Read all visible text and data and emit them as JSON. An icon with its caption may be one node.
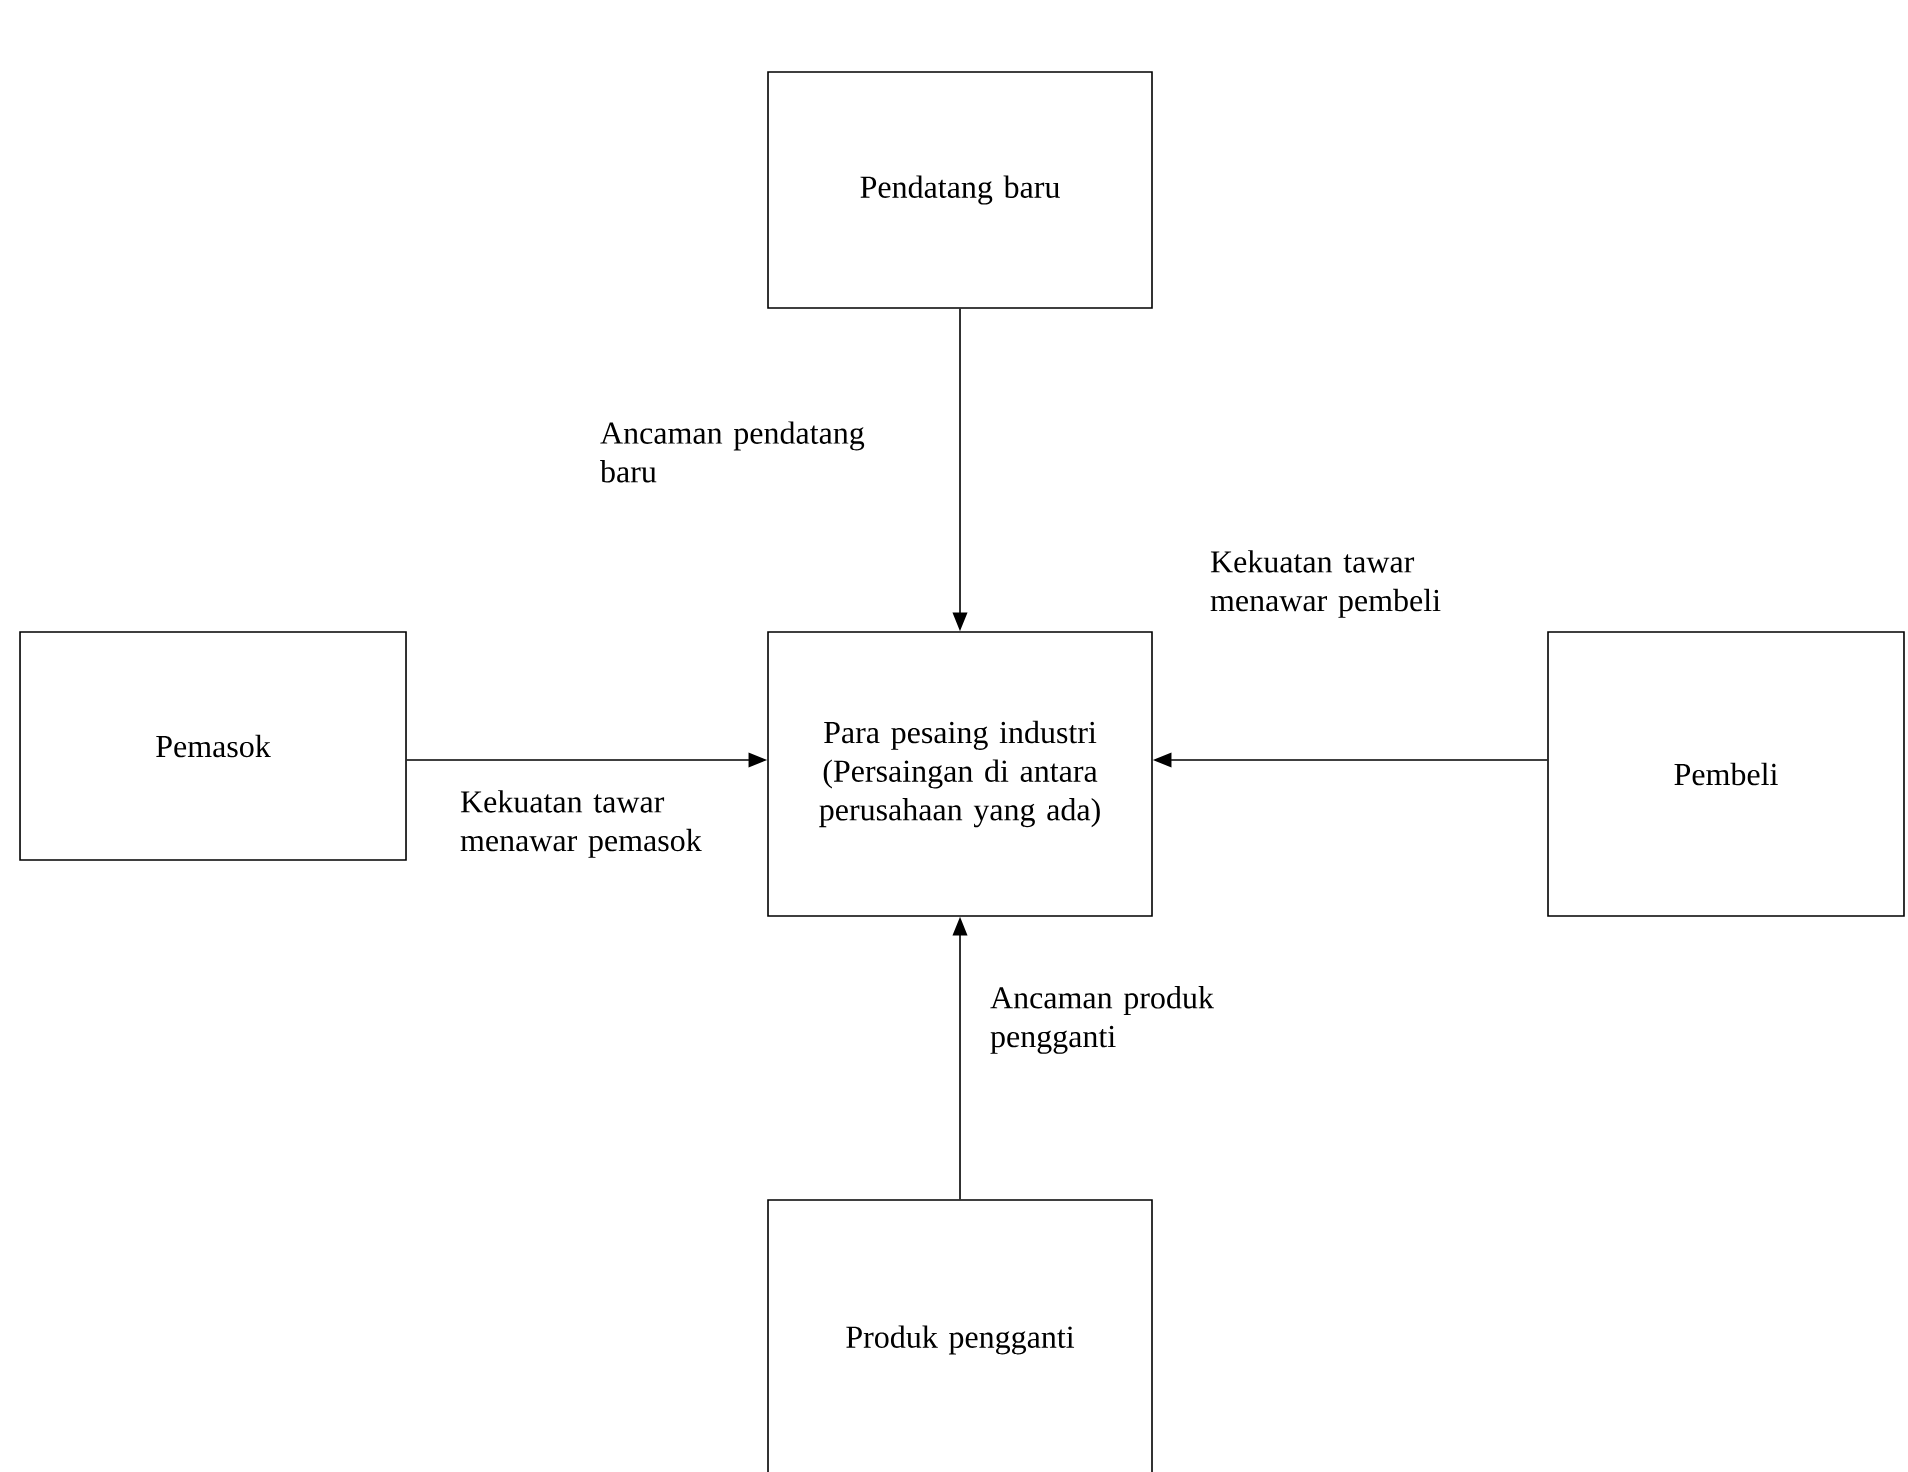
{
  "diagram": {
    "nodes": [
      {
        "text": [
          "Pendatang baru"
        ]
      },
      {
        "text": [
          "Pemasok"
        ]
      },
      {
        "text": [
          "Para pesaing industri (Persaingan di antara perusahaan yang ada)"
        ]
      },
      {
        "text": [
          "Pembeli"
        ]
      },
      {
        "text": [
          "Produk pengganti"
        ]
      }
    ],
    "edges": [
      {
        "from": 0,
        "to": 2,
        "arrow": "to",
        "label": "Ancaman pendatang baru"
      },
      {
        "from": 3,
        "to": 2,
        "arrow": "to",
        "label": "Kekuatan tawar menawar pembeli"
      },
      {
        "from": 1,
        "to": 2,
        "arrow": "to",
        "label": "Kekuatan tawar menawar pemasok"
      },
      {
        "from": 4,
        "to": 2,
        "arrow": "to",
        "label": "Ancaman produk pengganti"
      }
    ]
  }
}
